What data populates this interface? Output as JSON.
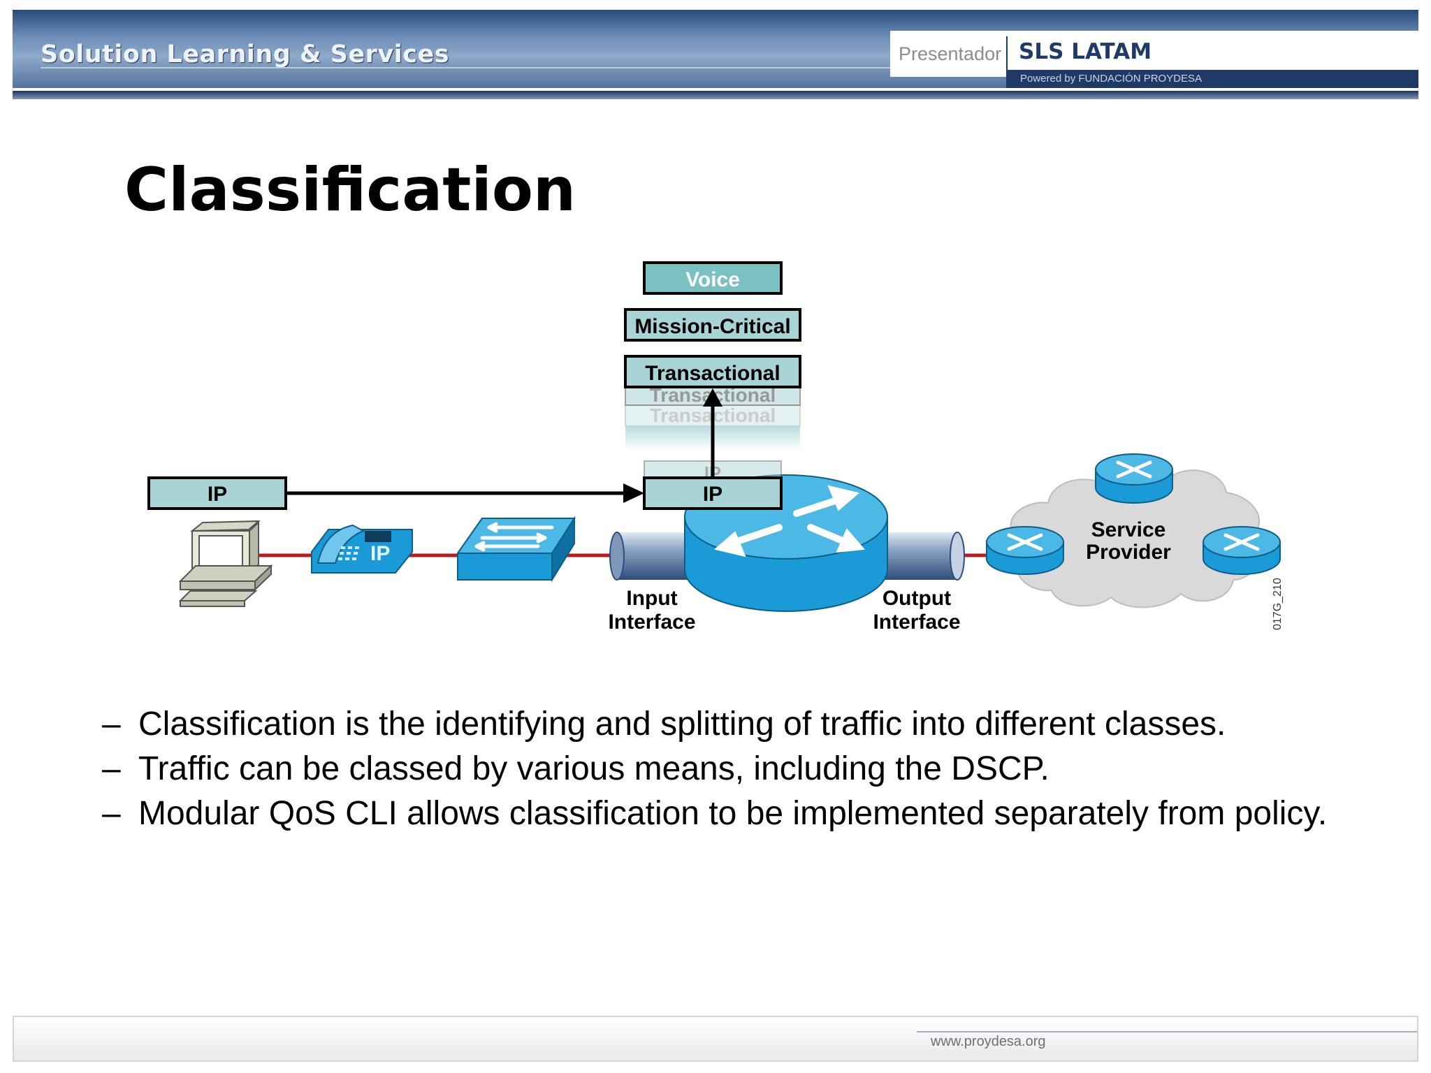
{
  "header": {
    "org_title": "Solution Learning & Services",
    "presentador_label": "Presentador",
    "brand": "SLS LATAM",
    "powered_by": "Powered by FUNDACIÓN PROYDESA"
  },
  "slide": {
    "title": "Classification"
  },
  "diagram": {
    "class_labels": [
      "Voice",
      "Mission-Critical",
      "Transactional"
    ],
    "ghost_label": "Transactional",
    "ghost_ip_label": "IP",
    "source_packet_label": "IP",
    "router_packet_label": "IP",
    "phone_label": "IP",
    "input_interface": [
      "Input",
      "Interface"
    ],
    "output_interface": [
      "Output",
      "Interface"
    ],
    "cloud_label": [
      "Service",
      "Provider"
    ],
    "figure_id": "017G_210",
    "colors": {
      "packet_fill": "#a8d4d6",
      "class_fill": "#7cc1c2",
      "device_blue": "#1a9ad6",
      "link_red": "#b81c22",
      "cloud_gray": "#d9d9d9"
    }
  },
  "bullets": [
    "Classification is the identifying and splitting of traffic into different classes.",
    "Traffic can be classed by various means, including the DSCP.",
    "Modular QoS CLI allows classification to be implemented separately from policy."
  ],
  "footer": {
    "url": "www.proydesa.org"
  }
}
